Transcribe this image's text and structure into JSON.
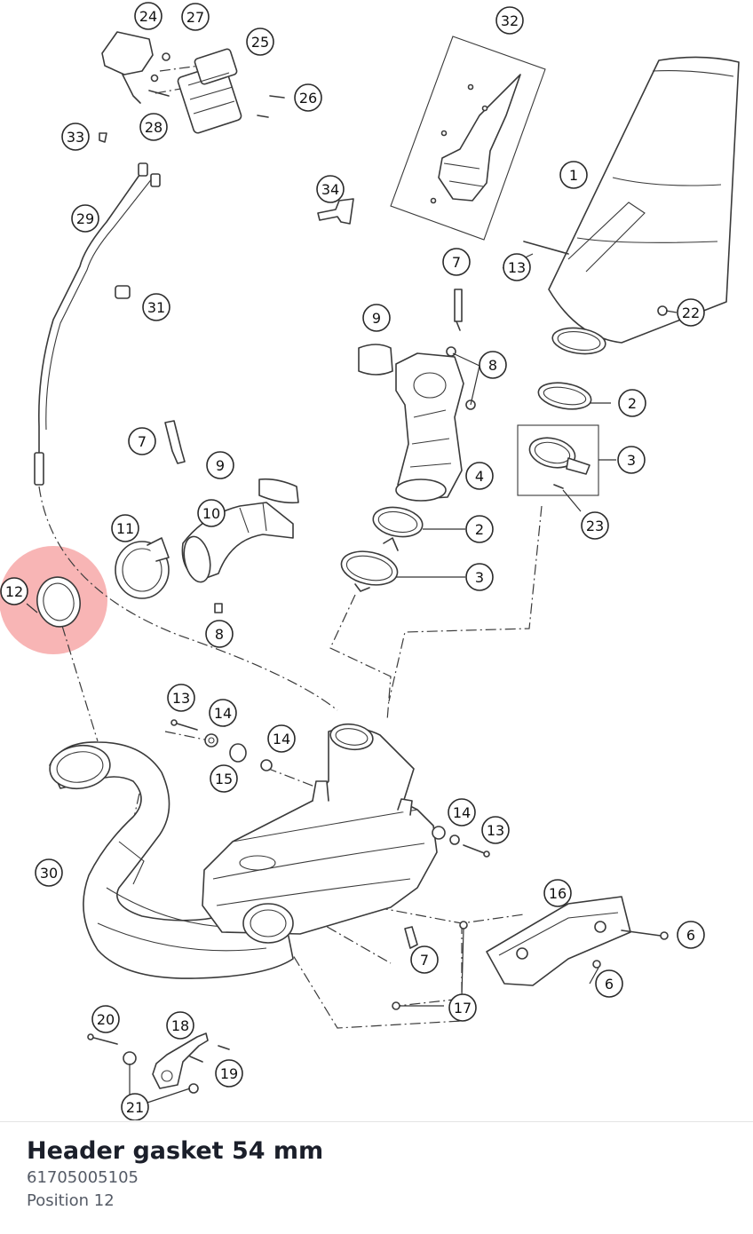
{
  "colors": {
    "highlight": "#f26b6b",
    "line": "#3a3a3a",
    "title_text": "#1b1f2a",
    "meta_text": "#555b66"
  },
  "diagram": {
    "callouts": [
      {
        "label": "24"
      },
      {
        "label": "27"
      },
      {
        "label": "25"
      },
      {
        "label": "26"
      },
      {
        "label": "28"
      },
      {
        "label": "33"
      },
      {
        "label": "29"
      },
      {
        "label": "31"
      },
      {
        "label": "34"
      },
      {
        "label": "32"
      },
      {
        "label": "1"
      },
      {
        "label": "13"
      },
      {
        "label": "22"
      },
      {
        "label": "7"
      },
      {
        "label": "9"
      },
      {
        "label": "8"
      },
      {
        "label": "2"
      },
      {
        "label": "3"
      },
      {
        "label": "4"
      },
      {
        "label": "23"
      },
      {
        "label": "7"
      },
      {
        "label": "9"
      },
      {
        "label": "10"
      },
      {
        "label": "11"
      },
      {
        "label": "2"
      },
      {
        "label": "3"
      },
      {
        "label": "8"
      },
      {
        "label": "12"
      },
      {
        "label": "13"
      },
      {
        "label": "14"
      },
      {
        "label": "14"
      },
      {
        "label": "15"
      },
      {
        "label": "14"
      },
      {
        "label": "13"
      },
      {
        "label": "30"
      },
      {
        "label": "16"
      },
      {
        "label": "6"
      },
      {
        "label": "6"
      },
      {
        "label": "7"
      },
      {
        "label": "17"
      },
      {
        "label": "20"
      },
      {
        "label": "18"
      },
      {
        "label": "19"
      },
      {
        "label": "21"
      }
    ],
    "highlighted_label": "12"
  },
  "part": {
    "title": "Header gasket 54 mm",
    "number": "61705005105",
    "position": "Position 12"
  }
}
